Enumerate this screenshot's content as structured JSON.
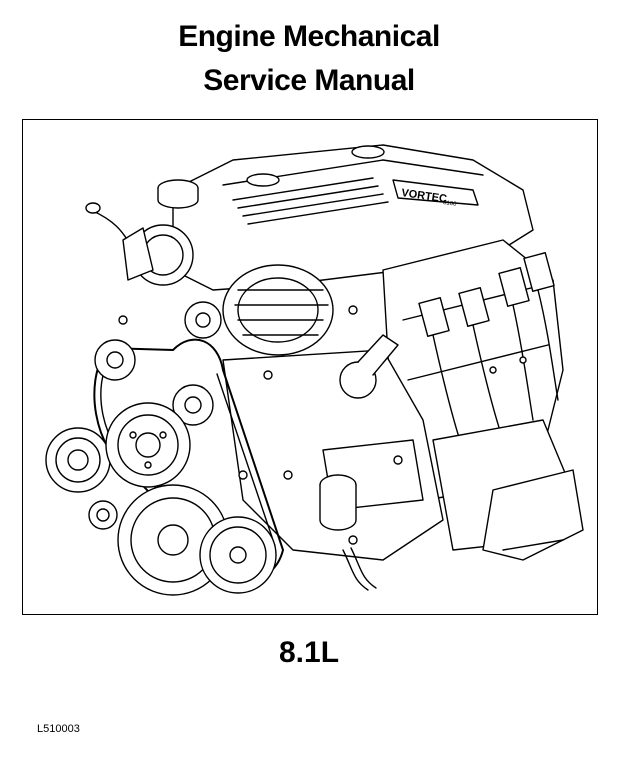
{
  "document": {
    "title_line1": "Engine Mechanical",
    "title_line2": "Service Manual",
    "engine_badge": "VORTEC",
    "engine_badge_sub": "8100",
    "displacement": "8.1L",
    "illustration_code": "L510003"
  },
  "colors": {
    "ink": "#000000",
    "paper": "#ffffff"
  }
}
